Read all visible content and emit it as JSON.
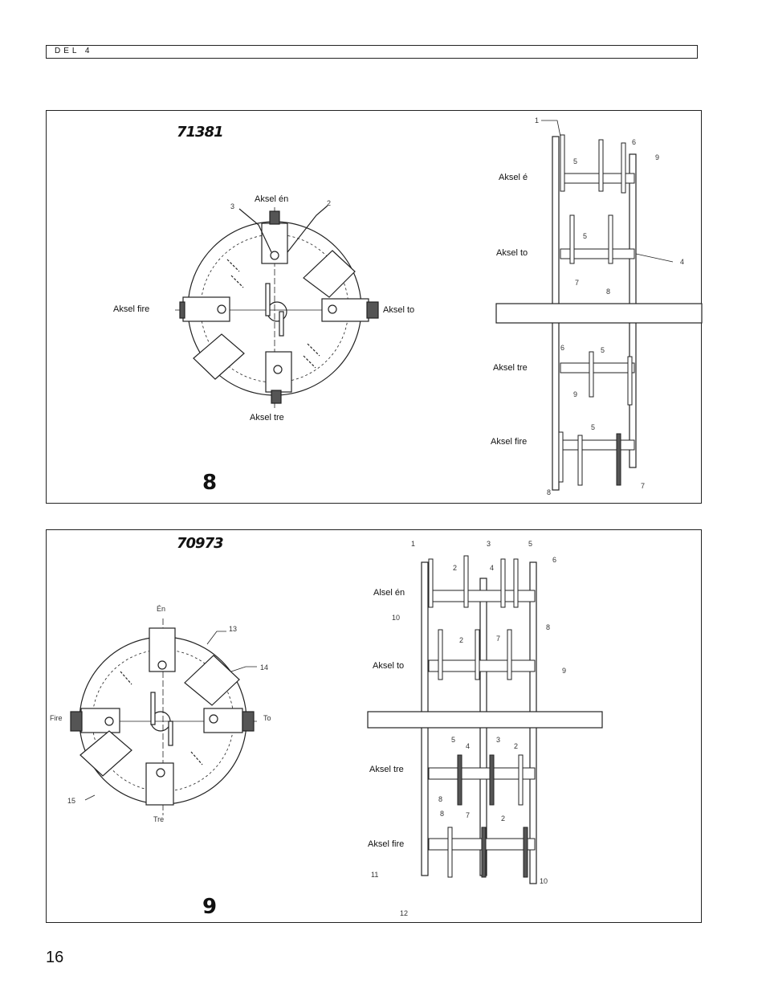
{
  "header": {
    "section": "DEL 4"
  },
  "figure8": {
    "model": "71381",
    "number": "8",
    "wheel_labels": {
      "top": "Aksel én",
      "right": "Aksel to",
      "bottom": "Aksel tre",
      "left": "Aksel fire"
    },
    "wheel_callouts": {
      "a": "3",
      "b": "2"
    },
    "side_labels": [
      "Aksel é",
      "Aksel to",
      "Aksel tre",
      "Aksel fire"
    ],
    "side_callouts": {
      "c1": "1",
      "c6": "6",
      "c9": "9",
      "c5a": "5",
      "c5b": "5",
      "c4": "4",
      "c7": "7",
      "c8a": "8",
      "c6b": "6",
      "c5c": "5",
      "c9b": "9",
      "c5d": "5",
      "c8b": "8",
      "c7b": "7"
    }
  },
  "figure9": {
    "model": "70973",
    "number": "9",
    "wheel_labels": {
      "top": "Én",
      "right": "To",
      "bottom": "Tre",
      "left": "Fire"
    },
    "wheel_callouts": {
      "c13": "13",
      "c14": "14",
      "c15": "15"
    },
    "side_labels": [
      "Alsel én",
      "Aksel to",
      "Aksel tre",
      "Aksel fire"
    ],
    "side_callouts": {
      "c1": "1",
      "c3a": "3",
      "c5a": "5",
      "c6": "6",
      "c2a": "2",
      "c4a": "4",
      "c10a": "10",
      "c2b": "2",
      "c7a": "7",
      "c8a": "8",
      "c9": "9",
      "c5b": "5",
      "c4b": "4",
      "c3b": "3",
      "c2c": "2",
      "c8b": "8",
      "c8c": "8",
      "c7b": "7",
      "c2d": "2",
      "c11": "11",
      "c10b": "10",
      "c12": "12"
    }
  },
  "page_number": "16"
}
